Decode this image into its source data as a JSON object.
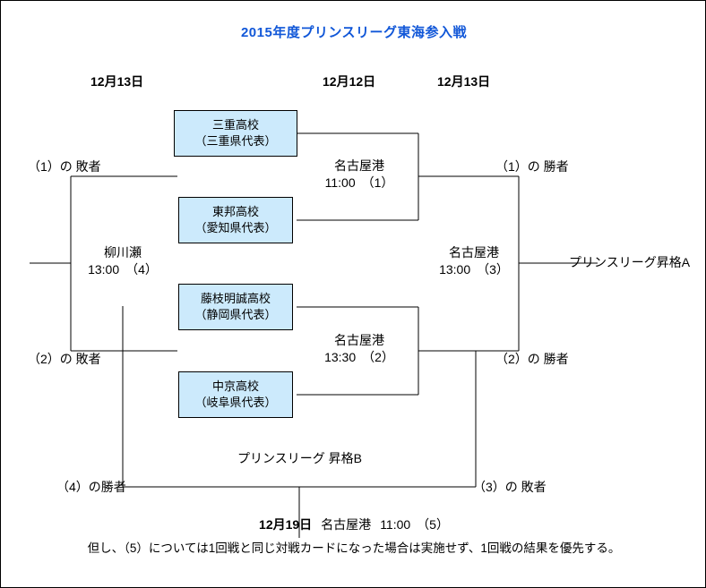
{
  "page": {
    "title": "2015年度プリンスリーグ東海参入戦",
    "title_color": "#1157d8",
    "background": "#ffffff",
    "border_color": "#000000"
  },
  "date_headers": [
    {
      "name": "date-header-left",
      "text": "12月13日"
    },
    {
      "name": "date-header-middle",
      "text": "12月12日"
    },
    {
      "name": "date-header-right",
      "text": "12月13日"
    }
  ],
  "teams": [
    {
      "name": "三重高校",
      "pref": "（三重県代表）",
      "fill": "#cceafc"
    },
    {
      "name": "東邦高校",
      "pref": "（愛知県代表）",
      "fill": "#cceafc"
    },
    {
      "name": "藤枝明誠高校",
      "pref": "（静岡県代表）",
      "fill": "#cceafc"
    },
    {
      "name": "中京高校",
      "pref": "（岐阜県代表）",
      "fill": "#cceafc"
    }
  ],
  "matches": {
    "m1": {
      "venue": "名古屋港",
      "time": "11:00　（1）"
    },
    "m2": {
      "venue": "名古屋港",
      "time": "13:30　（2）"
    },
    "m3": {
      "venue": "名古屋港",
      "time": "13:00　（3）"
    },
    "m4": {
      "venue": "柳川瀬",
      "time": "13:00　（4）"
    }
  },
  "labels": {
    "loser1": "（1）の 敗者",
    "loser2": "（2）の 敗者",
    "winner1": "（1）の 勝者",
    "winner2": "（2）の 勝者",
    "winner4": "（4）の勝者",
    "loser3": "（3）の 敗者",
    "promote_a": "プリンスリーグ昇格A",
    "promote_b": "プリンスリーグ 昇格B"
  },
  "footer": {
    "date": "12月19日",
    "venue": "名古屋港",
    "time": "11:00　（5）",
    "note": "但し、（5）については1回戦と同じ対戦カードになった場合は実施せず、1回戦の結果を優先する。"
  }
}
